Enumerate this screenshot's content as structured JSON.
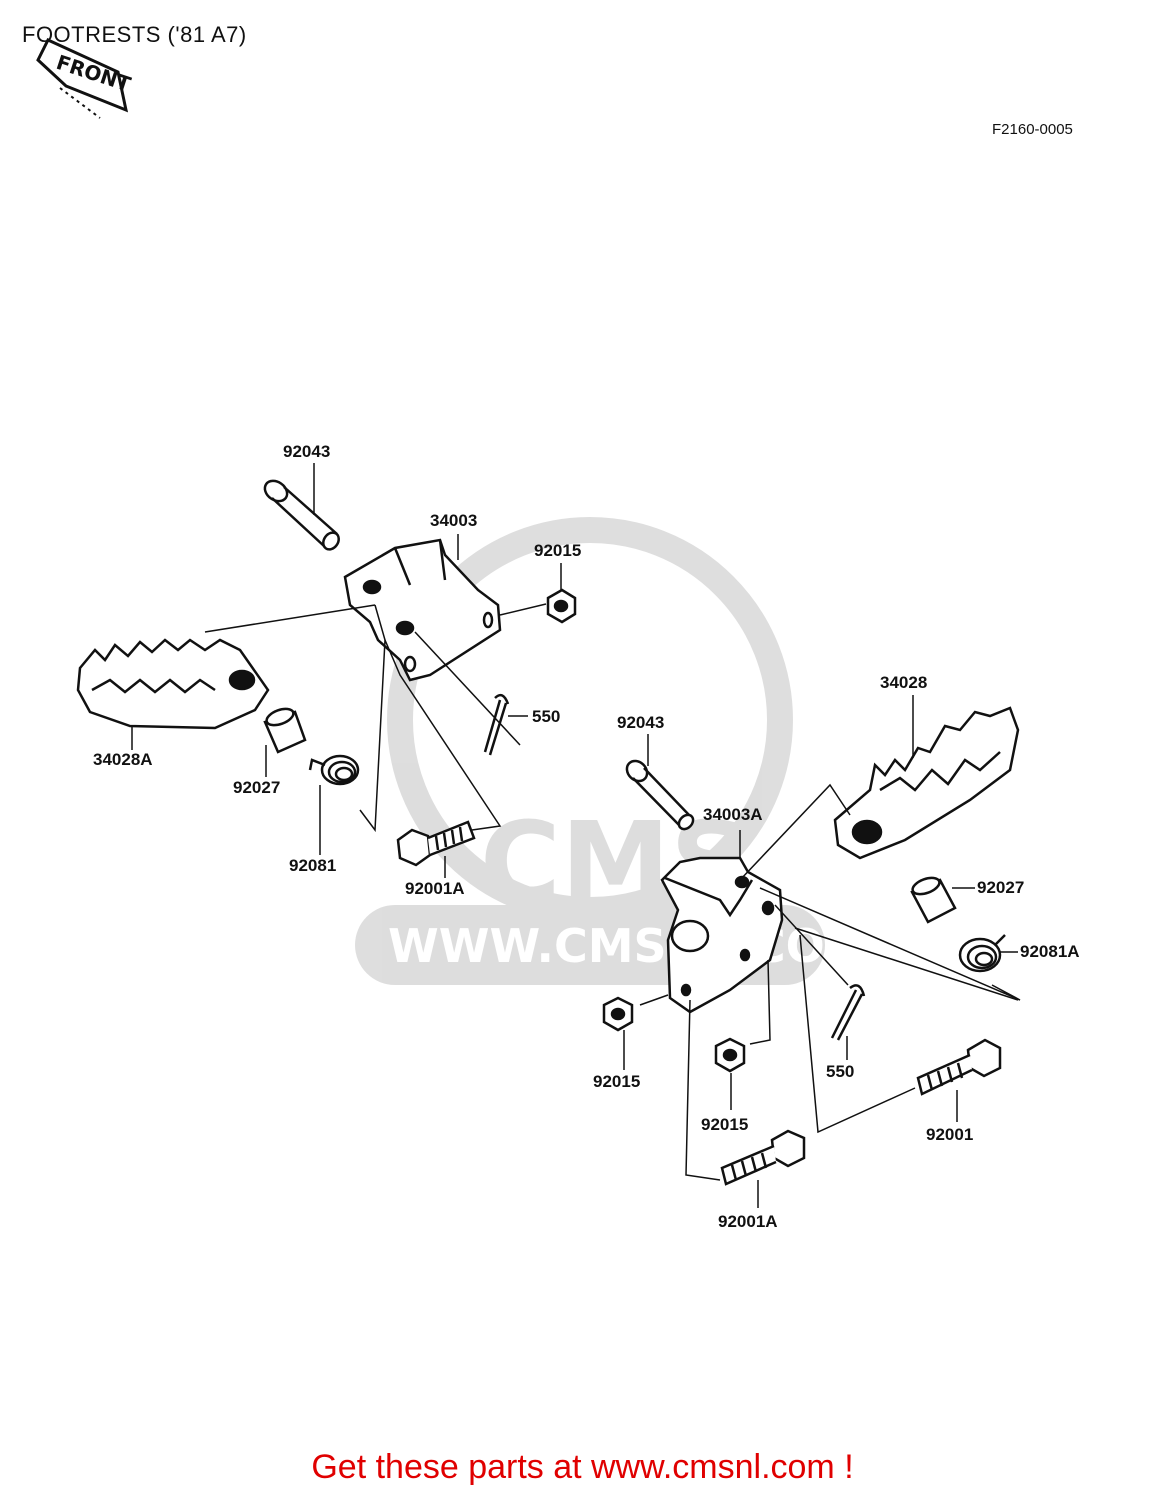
{
  "diagram": {
    "title": "FOOTRESTS ('81 A7)",
    "ref_code": "F2160-0005",
    "front_badge": "FRONT",
    "watermark": {
      "logo": "CMS",
      "url": "WWW.CMSNL.COM"
    },
    "parts": [
      {
        "id": "p1",
        "number": "92043"
      },
      {
        "id": "p2",
        "number": "34003"
      },
      {
        "id": "p3",
        "number": "92015"
      },
      {
        "id": "p4",
        "number": "550"
      },
      {
        "id": "p5",
        "number": "34028A"
      },
      {
        "id": "p6",
        "number": "92027"
      },
      {
        "id": "p7",
        "number": "92081"
      },
      {
        "id": "p8",
        "number": "92001A"
      },
      {
        "id": "p9",
        "number": "92043"
      },
      {
        "id": "p10",
        "number": "34003A"
      },
      {
        "id": "p11",
        "number": "34028"
      },
      {
        "id": "p12",
        "number": "92027"
      },
      {
        "id": "p13",
        "number": "92081A"
      },
      {
        "id": "p14",
        "number": "550"
      },
      {
        "id": "p15",
        "number": "92015"
      },
      {
        "id": "p16",
        "number": "92015"
      },
      {
        "id": "p17",
        "number": "92001"
      },
      {
        "id": "p18",
        "number": "92001A"
      }
    ]
  },
  "footer": {
    "cta_text": "Get these parts at www.cmsnl.com !"
  }
}
